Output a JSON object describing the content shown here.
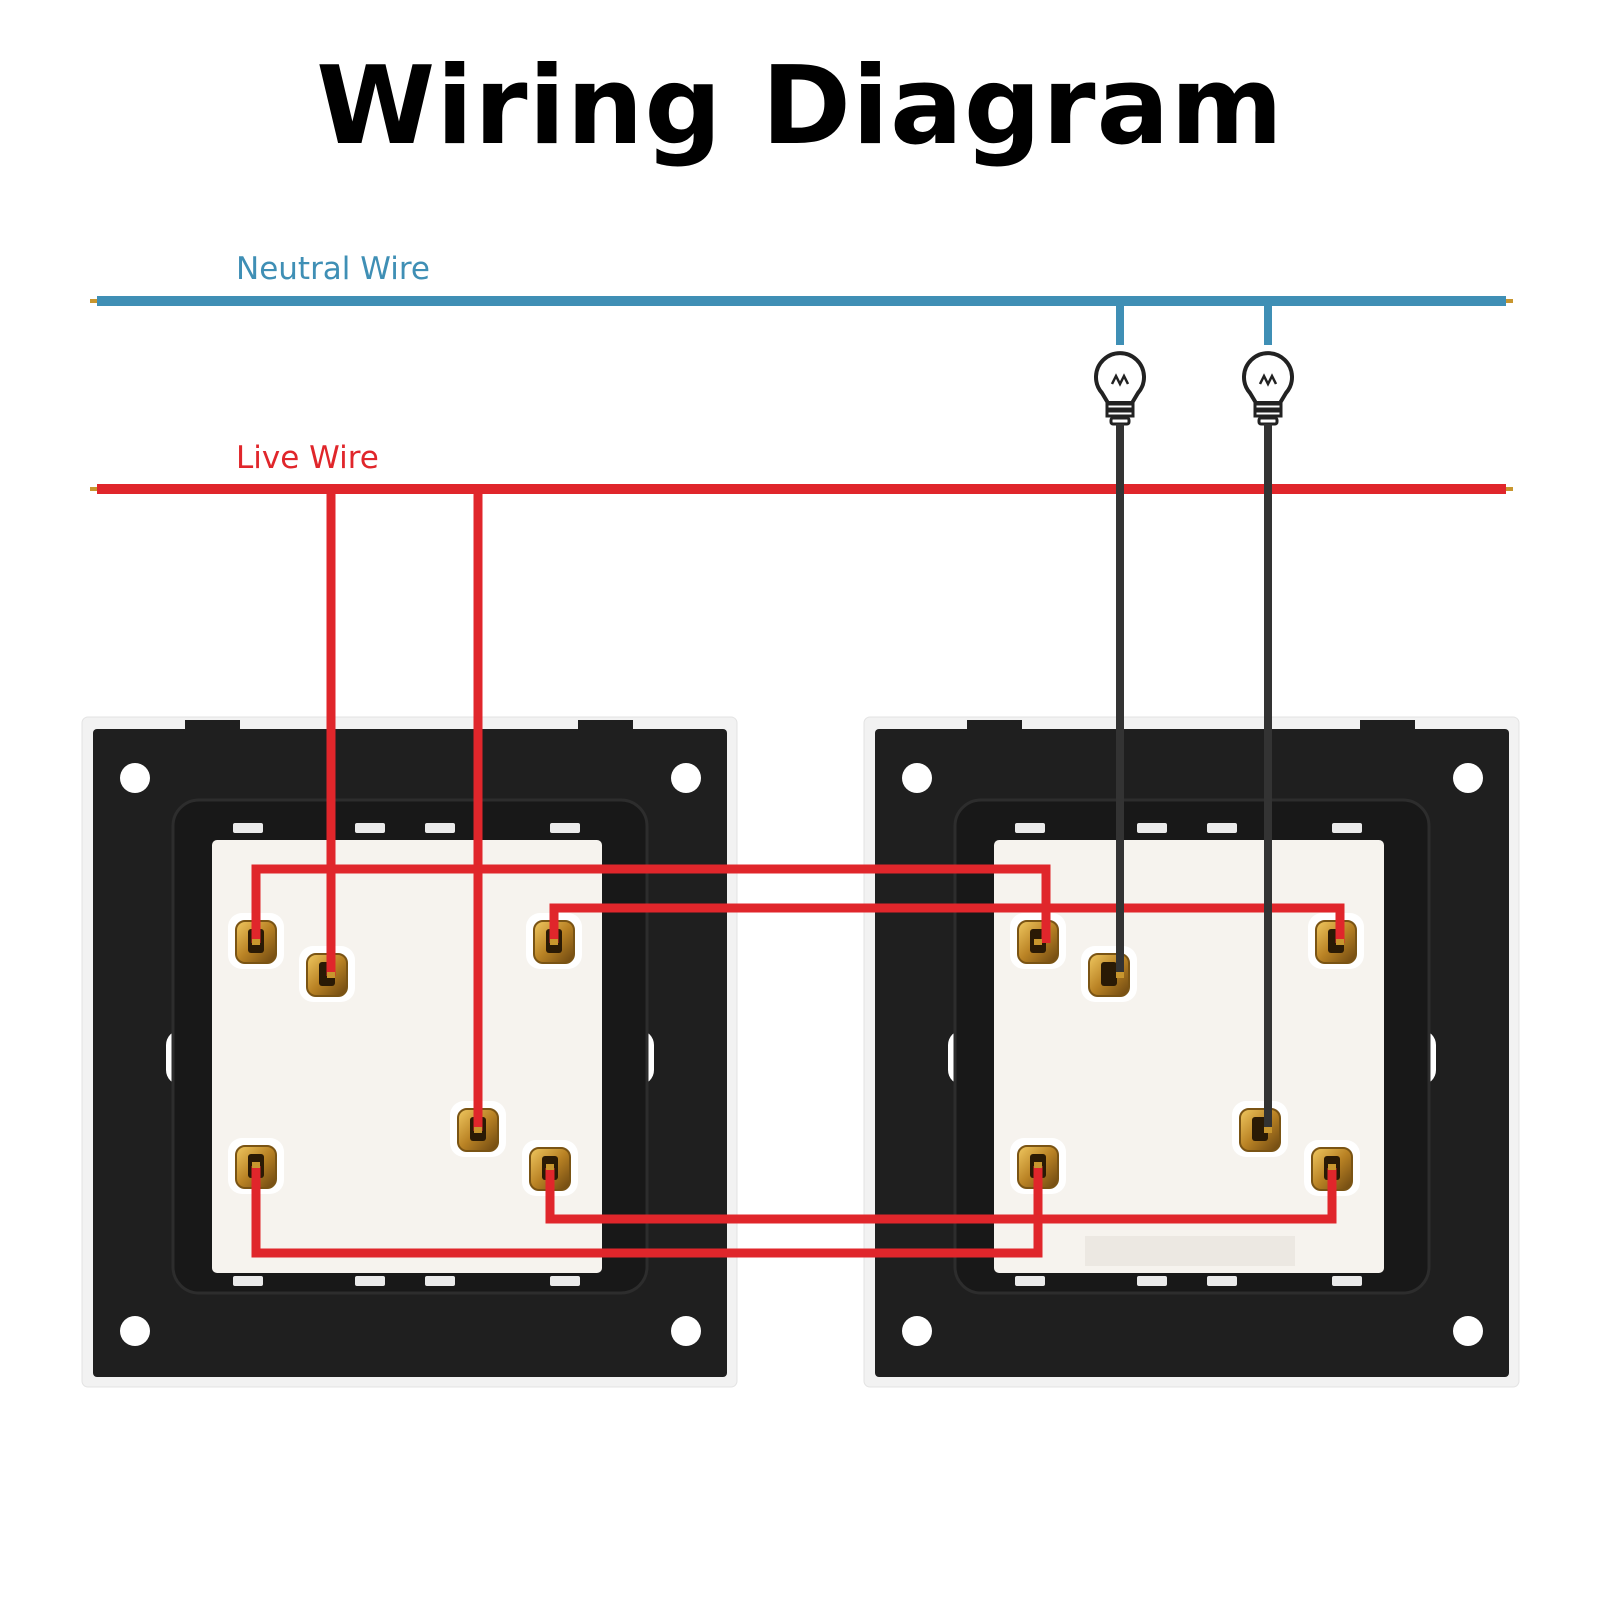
{
  "title": "Wiring Diagram",
  "wires": {
    "neutral": {
      "label": "Neutral Wire",
      "color": "#3f8fb5"
    },
    "live": {
      "label": "Live Wire",
      "color": "#e0262b"
    },
    "load": {
      "color": "#333333"
    }
  },
  "colors": {
    "plate_frame": "#f2f2f2",
    "plate_back": "#1f1f1f",
    "switch_body": "#f6f3ee",
    "terminal": "#c89a3a",
    "background": "#ffffff"
  },
  "lamps": [
    {
      "icon": "light-bulb-icon"
    },
    {
      "icon": "light-bulb-icon"
    }
  ],
  "switches": [
    {
      "name": "left-switch"
    },
    {
      "name": "right-switch"
    }
  ]
}
